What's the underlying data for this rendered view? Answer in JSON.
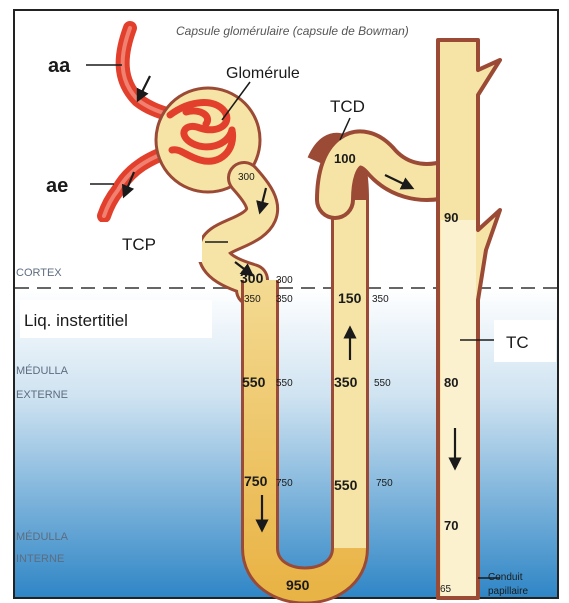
{
  "caption": "Capsule glomérulaire (capsule de Bowman)",
  "labels": {
    "aa": "aa",
    "ae": "ae",
    "glomerule": "Glomérule",
    "tcd": "TCD",
    "tcp": "TCP",
    "tc": "TC",
    "liq": "Liq. instertitiel",
    "cortex": "CORTEX",
    "med_ext_1": "MÉDULLA",
    "med_ext_2": "EXTERNE",
    "med_int_1": "MÉDULLA",
    "med_int_2": "INTERNE",
    "conduit_1": "Conduit",
    "conduit_2": "papillaire"
  },
  "tubule_values": {
    "capsule_300": "300",
    "tcp_300": "300",
    "desc_550": "550",
    "desc_750": "750",
    "loop_950": "950",
    "asc_350": "350",
    "asc_550": "550",
    "asc_150": "150",
    "tcd_100": "100",
    "tc_90": "90",
    "tc_80": "80",
    "tc_70": "70",
    "tc_65": "65"
  },
  "interstitial_values": {
    "i_300": "300",
    "i_350a": "350",
    "i_350b": "350",
    "i_350c": "350",
    "i_550a": "550",
    "i_550b": "550",
    "i_750a": "750",
    "i_750b": "750"
  },
  "colors": {
    "tubule_fill": "#f6e4a6",
    "tubule_fill_deep": "#e9b94a",
    "tubule_wall": "#9b4a36",
    "vessel": "#e2402c",
    "medulla_top": "#ffffff",
    "medulla_bottom": "#2f86c6"
  }
}
